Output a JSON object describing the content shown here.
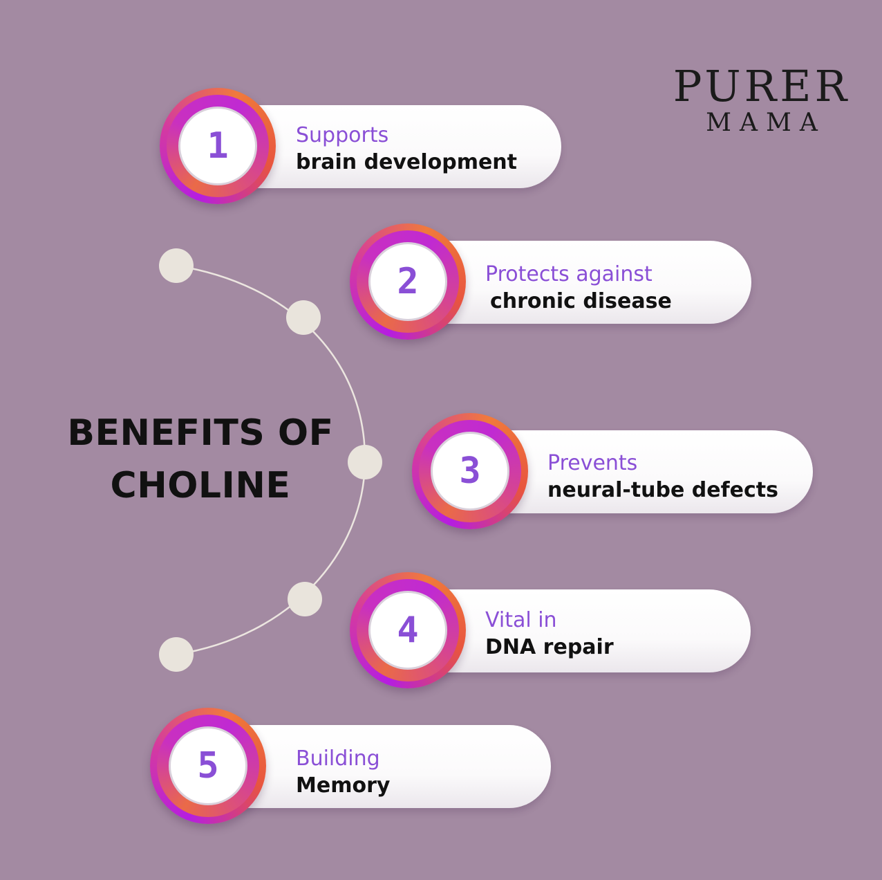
{
  "title": {
    "line1": "BENEFITS OF",
    "line2": "CHOLINE"
  },
  "logo": {
    "main": "PURER",
    "sub": "MAMA"
  },
  "colors": {
    "background": "#a38aa2",
    "accent_purple": "#8a4fd6",
    "badge_gradient": [
      "#b51ee0",
      "#f07a3c"
    ],
    "timeline_dot": "#e9e4dc"
  },
  "benefits": [
    {
      "number": "1",
      "line1": "Supports",
      "line2": "brain development"
    },
    {
      "number": "2",
      "line1": "Protects against",
      "line2": "chronic disease"
    },
    {
      "number": "3",
      "line1": "Prevents",
      "line2": "neural-tube defects"
    },
    {
      "number": "4",
      "line1": "Vital in",
      "line2": "DNA repair"
    },
    {
      "number": "5",
      "line1": "Building",
      "line2": "Memory"
    }
  ]
}
